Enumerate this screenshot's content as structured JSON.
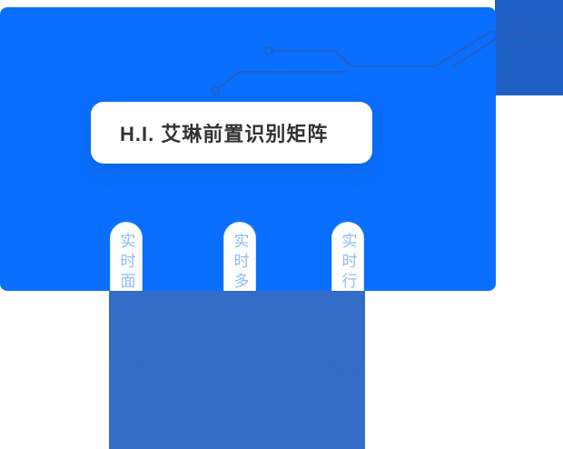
{
  "colors": {
    "bright_blue": "#0a6ffe",
    "dark_blue": "#1f5ec2",
    "circuit_line": "#2e5db5",
    "card_text": "#333333",
    "pill_border": "#d0e4ff",
    "pill_text": "#8ebcf9"
  },
  "banner": {
    "title": "H.I. 艾琳前置识别矩阵"
  },
  "pills": [
    {
      "label": "实时面"
    },
    {
      "label": "实时多"
    },
    {
      "label": "实时行"
    }
  ],
  "icons": {
    "circuit_node_icon": "ring"
  }
}
